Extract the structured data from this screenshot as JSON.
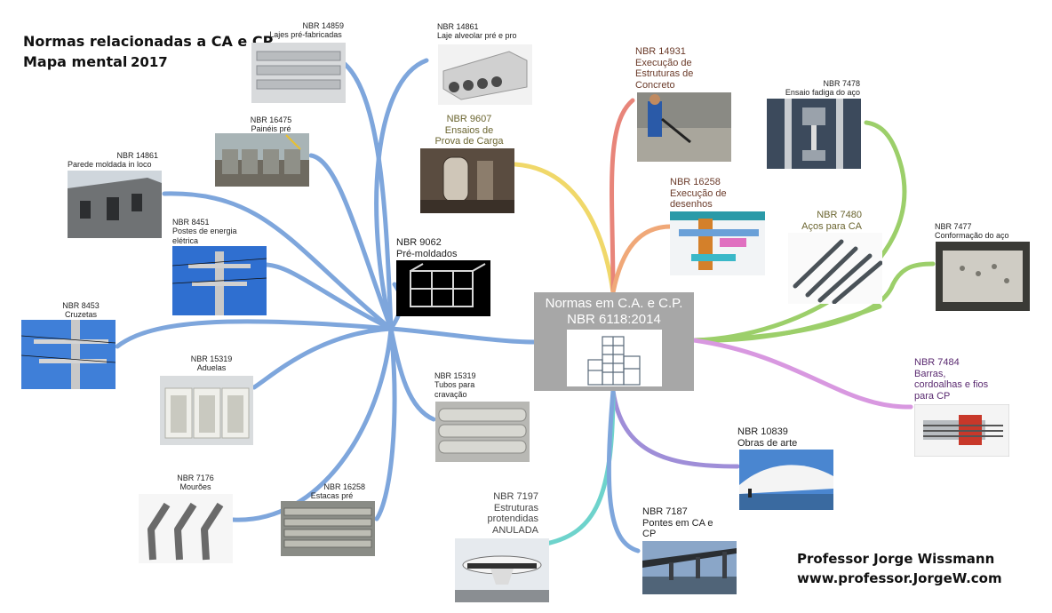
{
  "header": {
    "title_line1": "Normas relacionadas a CA e CP",
    "title_line2": "Mapa mental",
    "year": "2017",
    "author": "Professor Jorge Wissmann",
    "website": "www.professor.JorgeW.com"
  },
  "center": {
    "line1": "Normas em C.A. e C.P.",
    "line2": "NBR 6118:2014"
  },
  "nodes": [
    {
      "id": "nbr14859",
      "code": "NBR 14859",
      "desc": "Lajes pré-fabricadas"
    },
    {
      "id": "nbr14861a",
      "code": "NBR 14861",
      "desc": "Laje alveolar pré e pro"
    },
    {
      "id": "nbr16475",
      "code": "NBR 16475",
      "desc": "Painéis pré"
    },
    {
      "id": "nbr14861b",
      "code": "NBR 14861",
      "desc": "Parede moldada in loco"
    },
    {
      "id": "nbr8451",
      "code": "NBR 8451",
      "desc": "Postes de energia\nelétrica"
    },
    {
      "id": "nbr8453",
      "code": "NBR 8453",
      "desc": "Cruzetas"
    },
    {
      "id": "nbr15319a",
      "code": "NBR 15319",
      "desc": "Aduelas"
    },
    {
      "id": "nbr7176",
      "code": "NBR 7176",
      "desc": "Mourões"
    },
    {
      "id": "nbr16258a",
      "code": "NBR 16258",
      "desc": "Estacas pré"
    },
    {
      "id": "nbr9607",
      "code": "NBR 9607",
      "desc": "Ensaios de\nProva de Carga"
    },
    {
      "id": "nbr9062",
      "code": "NBR 9062",
      "desc": "Pré-moldados"
    },
    {
      "id": "nbr15319b",
      "code": "NBR 15319",
      "desc": "Tubos para\ncravação"
    },
    {
      "id": "nbr7197",
      "code": "NBR 7197",
      "desc": "Estruturas\nprotendidas\nANULADA"
    },
    {
      "id": "nbr14931",
      "code": "NBR 14931",
      "desc": "Execução de\nEstruturas de\nConcreto"
    },
    {
      "id": "nbr16258b",
      "code": "NBR 16258",
      "desc": "Execução de\ndesenhos"
    },
    {
      "id": "nbr7478",
      "code": "NBR 7478",
      "desc": "Ensaio fadiga do aço"
    },
    {
      "id": "nbr7480",
      "code": "NBR 7480",
      "desc": "Aços para CA"
    },
    {
      "id": "nbr7477",
      "code": "NBR 7477",
      "desc": "Conformação do aço"
    },
    {
      "id": "nbr7484",
      "code": "NBR 7484",
      "desc": "Barras,\ncordoalhas e fios\npara CP"
    },
    {
      "id": "nbr10839",
      "code": "NBR 10839",
      "desc": "Obras de arte"
    },
    {
      "id": "nbr7187",
      "code": "NBR 7187",
      "desc": "Pontes em CA e\nCP"
    }
  ],
  "colors": {
    "blue_branch": "#7ea6dc",
    "yellow_branch": "#f0d86a",
    "red_branch": "#e8857a",
    "orange_branch": "#f0a878",
    "green_branch": "#9ccf6a",
    "pink_branch": "#d898e0",
    "purple_branch": "#9f8ed8",
    "teal_branch": "#6ed3cc",
    "center_box": "#a7a7a7",
    "brown_text": "#6b3b2a",
    "olive_text": "#6b6530",
    "purple_text": "#5a2a70"
  }
}
